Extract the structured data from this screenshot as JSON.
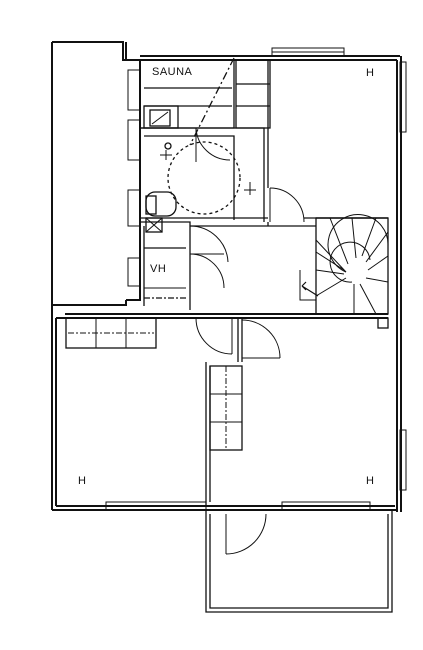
{
  "plan": {
    "labels": {
      "sauna": "SAUNA",
      "vh": "VH",
      "h_top_right": "H",
      "h_bottom_left": "H",
      "h_bottom_right": "H"
    },
    "colors": {
      "ink": "#111111",
      "paper": "#ffffff"
    },
    "icons": [
      "sauna-stove-icon",
      "shower-icon",
      "wc-icon",
      "sink-icon",
      "floor-drain-icon",
      "stair-arrow-icon"
    ]
  }
}
